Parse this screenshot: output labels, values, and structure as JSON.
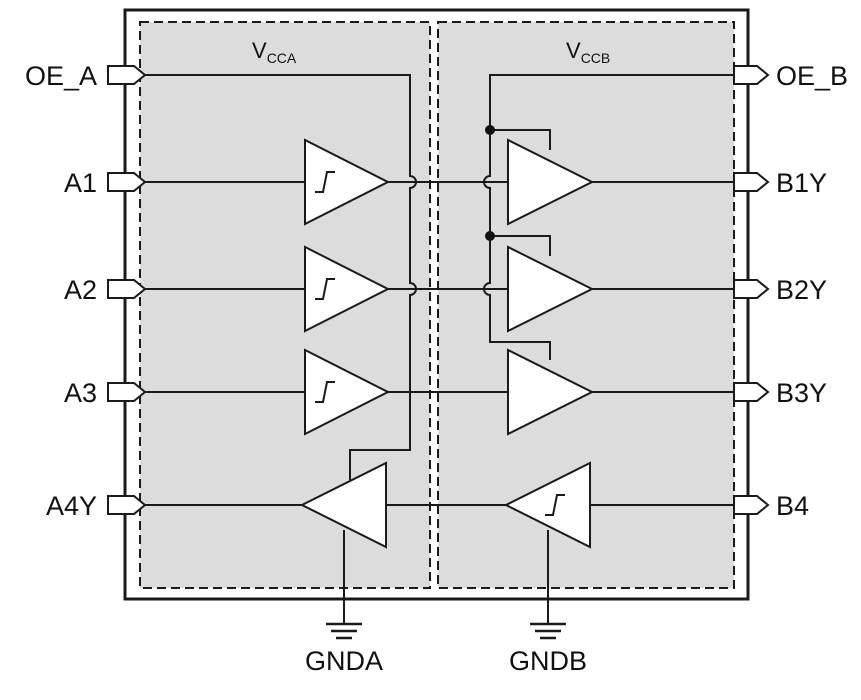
{
  "diagram": {
    "supply_a": {
      "main": "V",
      "sub": "CCA"
    },
    "supply_b": {
      "main": "V",
      "sub": "CCB"
    },
    "left_pins": [
      "OE_A",
      "A1",
      "A2",
      "A3",
      "A4Y"
    ],
    "right_pins": [
      "OE_B",
      "B1Y",
      "B2Y",
      "B3Y",
      "B4"
    ],
    "ground_a": "GNDA",
    "ground_b": "GNDB",
    "colors": {
      "block_fill": "#dcdcdc",
      "line": "#1a1a1a",
      "background": "#ffffff"
    }
  }
}
